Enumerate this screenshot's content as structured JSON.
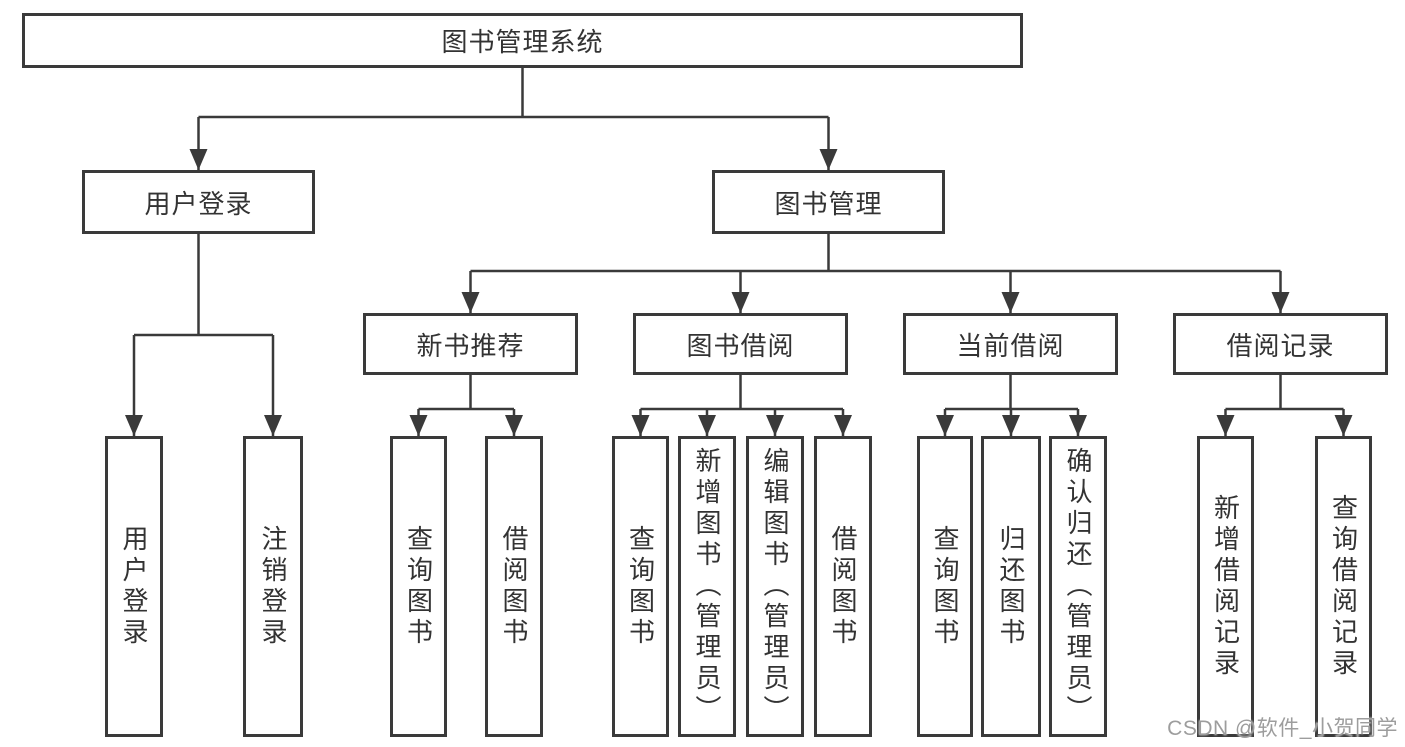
{
  "tree": {
    "root": {
      "label": "图书管理系统",
      "children": [
        {
          "label": "用户登录",
          "children": [
            {
              "label": "用户登录"
            },
            {
              "label": "注销登录"
            }
          ]
        },
        {
          "label": "图书管理",
          "children": [
            {
              "label": "新书推荐",
              "children": [
                {
                  "label": "查询图书"
                },
                {
                  "label": "借阅图书"
                }
              ]
            },
            {
              "label": "图书借阅",
              "children": [
                {
                  "label": "查询图书"
                },
                {
                  "label": "新增图书（管理员）"
                },
                {
                  "label": "编辑图书（管理员）"
                },
                {
                  "label": "借阅图书"
                }
              ]
            },
            {
              "label": "当前借阅",
              "children": [
                {
                  "label": "查询图书"
                },
                {
                  "label": "归还图书"
                },
                {
                  "label": "确认归还（管理员）"
                }
              ]
            },
            {
              "label": "借阅记录",
              "children": [
                {
                  "label": "新增借阅记录"
                },
                {
                  "label": "查询借阅记录"
                }
              ]
            }
          ]
        }
      ]
    }
  },
  "watermark": {
    "text": "CSDN @软件_小贺同学"
  },
  "colors": {
    "line": "#3a3a3a",
    "box_border": "#3a3a3a",
    "text": "#333333",
    "watermark": "#9d9d9d",
    "background": "#ffffff"
  }
}
